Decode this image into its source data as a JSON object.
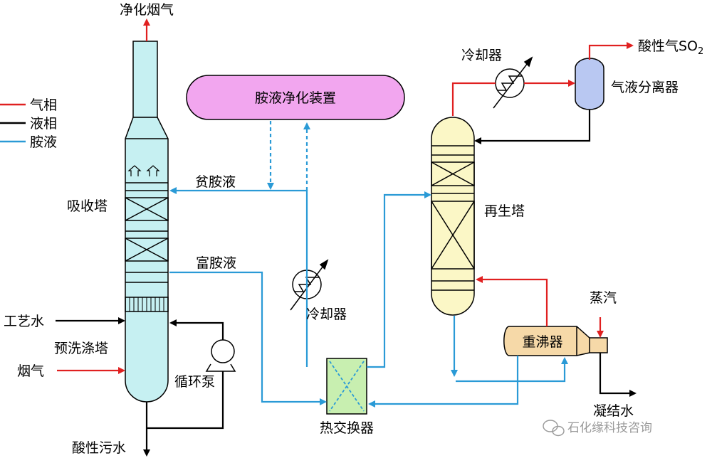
{
  "legend": {
    "gas": "气相",
    "liquid": "液相",
    "amine": "胺液",
    "colors": {
      "gas": "#e02020",
      "liquid": "#000000",
      "amine": "#2a9ad6"
    }
  },
  "labels": {
    "clean_flue_gas": "净化烟气",
    "amine_purification": "胺液净化装置",
    "lean_amine": "贫胺液",
    "rich_amine": "富胺液",
    "absorber": "吸收塔",
    "process_water": "工艺水",
    "prewash_tower": "预洗涤塔",
    "flue_gas": "烟气",
    "circulation_pump": "循环泵",
    "acid_wastewater": "酸性污水",
    "cooler_mid": "冷却器",
    "heat_exchanger": "热交换器",
    "cooler_top": "冷却器",
    "acid_gas": "酸性气SO",
    "acid_gas_sub": "2",
    "gas_liquid_separator": "气液分离器",
    "regenerator": "再生塔",
    "steam": "蒸汽",
    "reboiler": "重沸器",
    "condensate": "凝结水"
  },
  "watermark": "石化缘科技咨询",
  "colors": {
    "tower_fill": "#c6f0f2",
    "regen_fill": "#fbf7c6",
    "purif_fill": "#f2a6ef",
    "sep_fill": "#b9c8f2",
    "reboiler_fill": "#f6d9a8",
    "hx_fill": "#c8efb0"
  }
}
